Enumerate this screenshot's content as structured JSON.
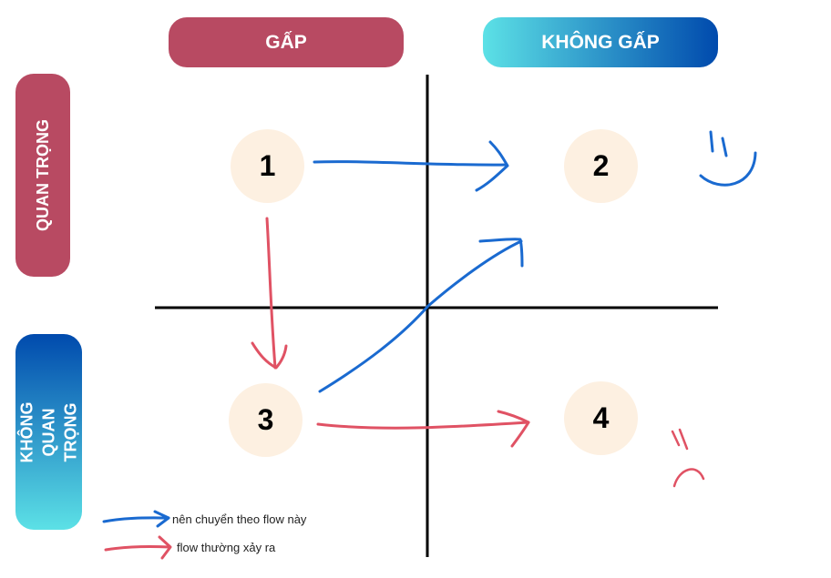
{
  "headers": {
    "urgent": "GẤP",
    "not_urgent": "KHÔNG GẤP",
    "important": "QUAN TRỌNG",
    "not_important": "KHÔNG QUAN TRỌNG"
  },
  "quadrants": {
    "q1": "1",
    "q2": "2",
    "q3": "3",
    "q4": "4"
  },
  "legend": {
    "blue_label": "nên chuyển theo flow này",
    "red_label": "flow thường xảy ra"
  },
  "colors": {
    "urgent_fill": "#b84a62",
    "important_fill": "#b84a62",
    "gradient_light": "#5ce1e6",
    "gradient_dark": "#004aad",
    "circle_fill": "#fdf0e1",
    "blue_stroke": "#1a6ad0",
    "red_stroke": "#e05264",
    "axis": "#000000"
  }
}
